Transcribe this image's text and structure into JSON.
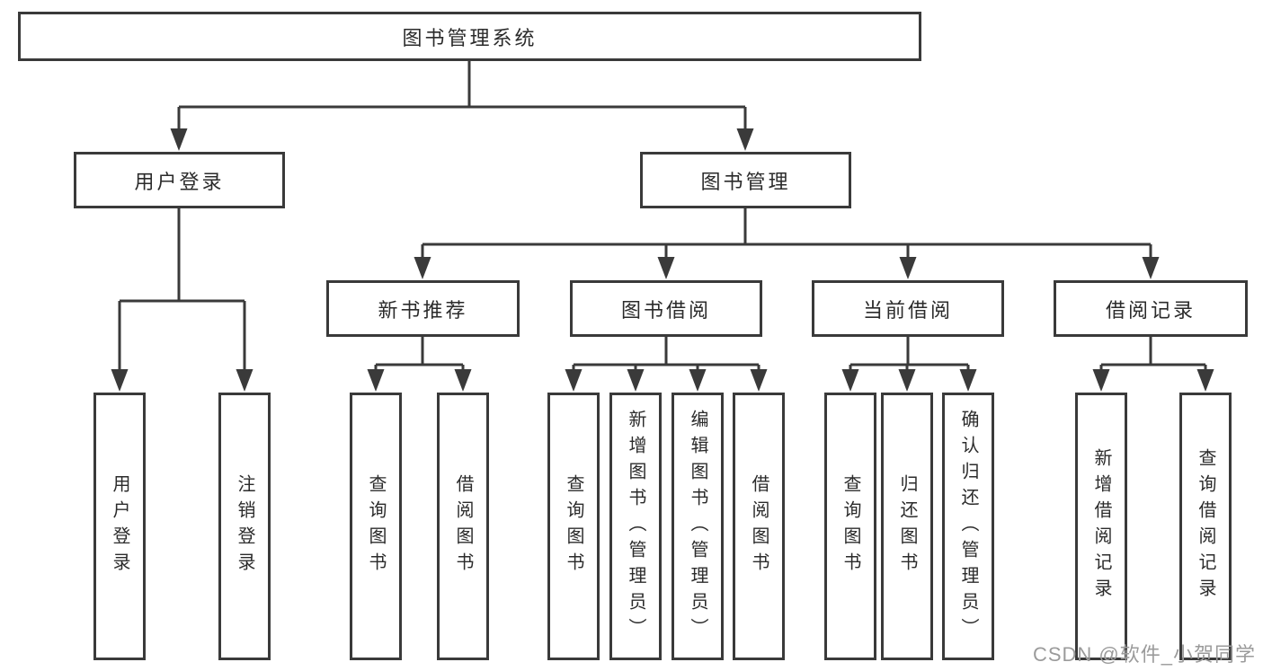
{
  "nodes": {
    "root": {
      "label": "图书管理系统"
    },
    "user_login": {
      "label": "用户登录"
    },
    "book_mgmt": {
      "label": "图书管理"
    },
    "new_books": {
      "label": "新书推荐"
    },
    "book_borrow": {
      "label": "图书借阅"
    },
    "current_borrow": {
      "label": "当前借阅"
    },
    "borrow_records": {
      "label": "借阅记录"
    },
    "leaf_user_login": {
      "label": "用户登录"
    },
    "leaf_logout": {
      "label": "注销登录"
    },
    "leaf_nb_query": {
      "label": "查询图书"
    },
    "leaf_nb_borrow": {
      "label": "借阅图书"
    },
    "leaf_bb_query": {
      "label": "查询图书"
    },
    "leaf_bb_add": {
      "label": "新增图书（管理员）"
    },
    "leaf_bb_edit": {
      "label": "编辑图书（管理员）"
    },
    "leaf_bb_borrow": {
      "label": "借阅图书"
    },
    "leaf_cb_query": {
      "label": "查询图书"
    },
    "leaf_cb_return": {
      "label": "归还图书"
    },
    "leaf_cb_confirm": {
      "label": "确认归还（管理员）"
    },
    "leaf_br_add": {
      "label": "新增借阅记录"
    },
    "leaf_br_query": {
      "label": "查询借阅记录"
    }
  },
  "watermark": {
    "text": "CSDN @软件_小贺同学"
  },
  "colors": {
    "line": "#3a3a3a",
    "text": "#2b2b2b",
    "watermark": "#9b9b9b",
    "background": "#ffffff"
  }
}
